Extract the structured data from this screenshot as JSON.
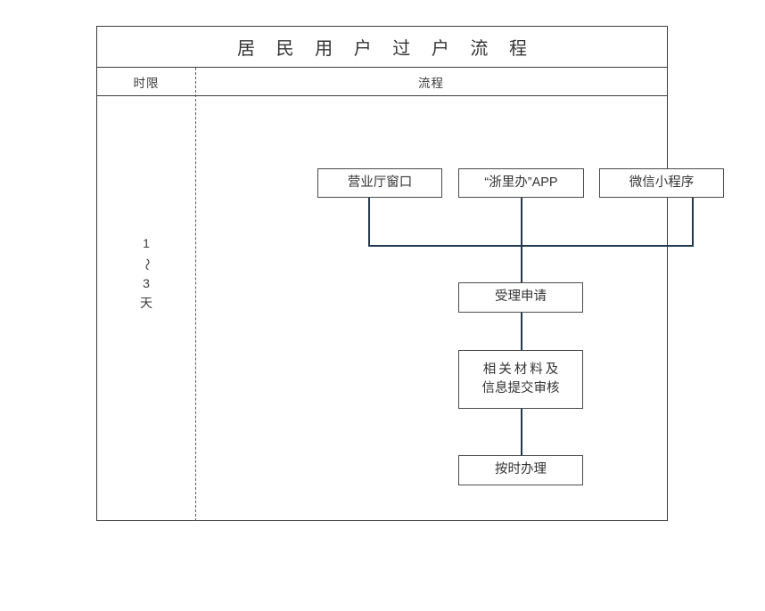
{
  "table": {
    "title": "居 民 用 户 过 户 流 程",
    "headers": {
      "time_limit": "时限",
      "process": "流程"
    }
  },
  "time_limit": {
    "value_start": "1",
    "separator": "～",
    "value_end": "3",
    "unit": "天"
  },
  "flow": {
    "sources": [
      {
        "id": "hall",
        "label": "营业厅窗口"
      },
      {
        "id": "app",
        "label": "“浙里办”APP"
      },
      {
        "id": "wechat",
        "label": "微信小程序"
      }
    ],
    "steps": [
      {
        "id": "accept",
        "label": "受理申请"
      },
      {
        "id": "materials",
        "line1": "相关材料及",
        "line2": "信息提交审核"
      },
      {
        "id": "process",
        "label": "按时办理"
      }
    ]
  },
  "colors": {
    "border": "#3b3b3b",
    "node_border": "#4a4a4a",
    "connector": "#22384d",
    "text": "#333333",
    "background": "#ffffff"
  }
}
